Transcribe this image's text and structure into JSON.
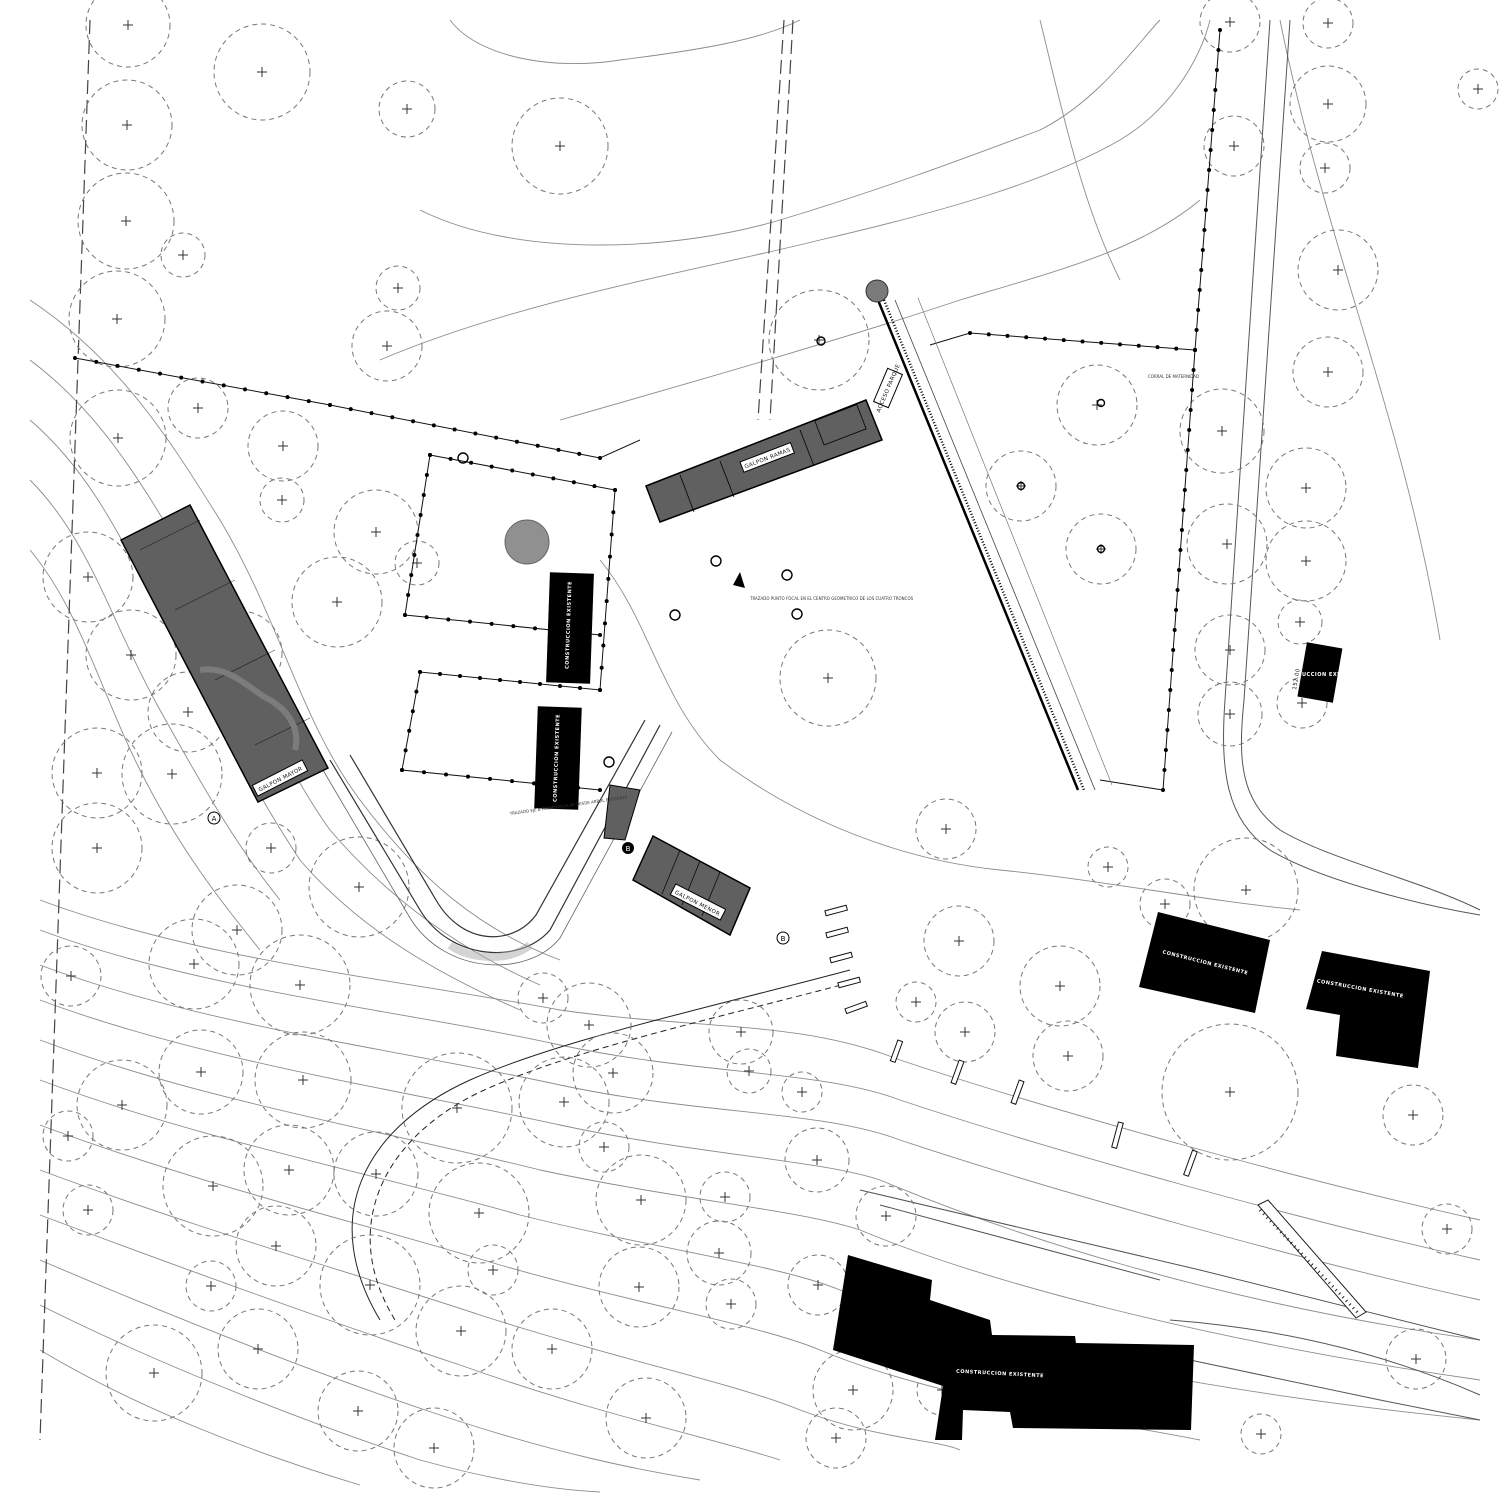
{
  "plan": {
    "existing_building_label": "CONSTRUCCION EXISTENTE",
    "building_labels": {
      "nursery": "GALPON RAMAS",
      "lean_to": "ACCESO PARQUE",
      "pavilion": "GALPON MAYOR",
      "storage": "GALPON MENOR"
    },
    "annotations": {
      "trazado_focal": "TRAZADO PUNTO FOCAL EN EL CENTRO GEOMETRICO DE LOS CUATRO TRONCOS",
      "trazado_eje": "TRAZADO EJE B PERPENDICULAR DESDE ARBOL EXISTENTE",
      "corral": "CORRAL DE MATERNIDAD",
      "elevation_152": "152.00"
    },
    "markers": {
      "a": "A",
      "b": "B"
    },
    "colors": {
      "existing": "#000000",
      "proposed": "#606060",
      "contour": "#8c8c8c",
      "tree_canopy": "#777777"
    }
  }
}
